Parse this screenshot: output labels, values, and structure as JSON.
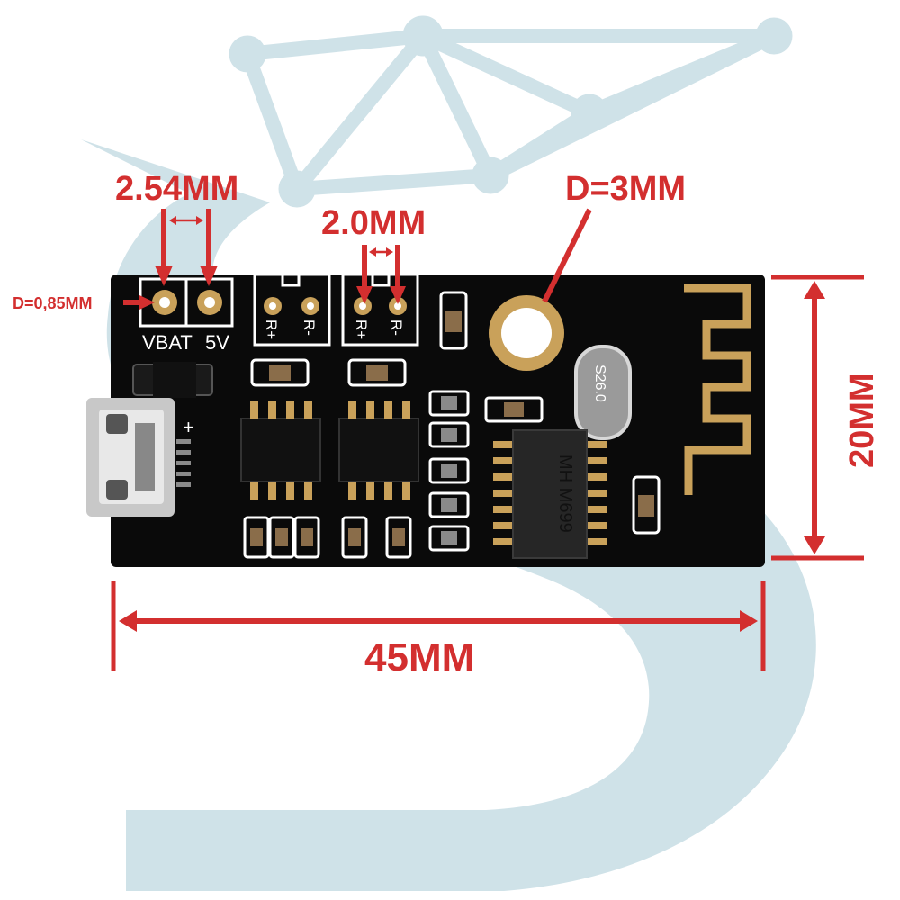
{
  "dimensions": {
    "pin_pitch": "2.54MM",
    "speaker_pitch": "2.0MM",
    "hole_diameter": "D=3MM",
    "pin_diameter": "D=0,85MM",
    "width": "45MM",
    "height": "20MM"
  },
  "board": {
    "label_vbat": "VBAT",
    "label_5v": "5V",
    "label_plus": "+",
    "label_r_plus_1": "R+",
    "label_r_minus_1": "R-",
    "label_r_plus_2": "R+",
    "label_r_minus_2": "R-",
    "chip_marking": "MH M699",
    "crystal_marking": "S26.0"
  },
  "colors": {
    "dimension": "#d32f2f",
    "board": "#0a0a0a",
    "watermark": "#cfe2e8"
  }
}
